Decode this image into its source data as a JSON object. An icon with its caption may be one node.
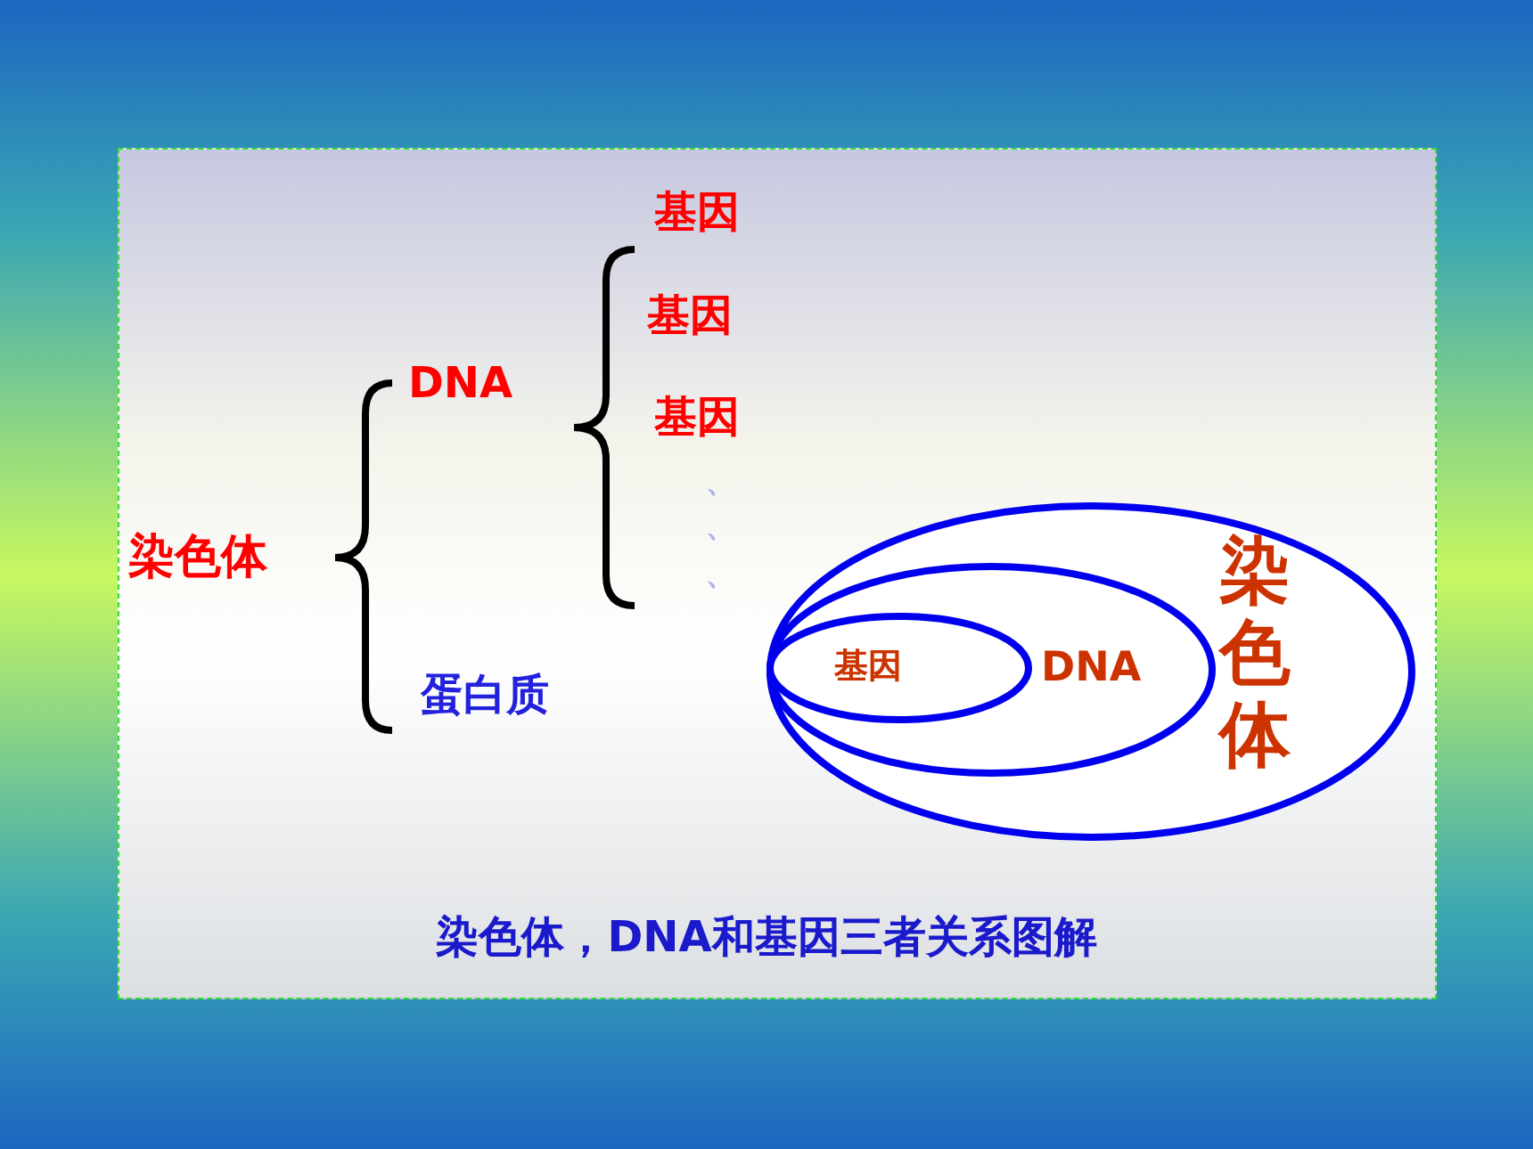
{
  "diagram": {
    "caption": "染色体，DNA和基因三者关系图解",
    "nodes": [
      {
        "text": [
          "染色体"
        ]
      },
      {
        "text": [
          "DNA"
        ],
        "in": 0
      },
      {
        "text": [
          "基因"
        ],
        "in": 1
      }
    ],
    "labels": [
      "染色体",
      "DNA",
      "蛋白质",
      "基因",
      "基因",
      "基因",
      "、",
      "、",
      "、"
    ]
  }
}
